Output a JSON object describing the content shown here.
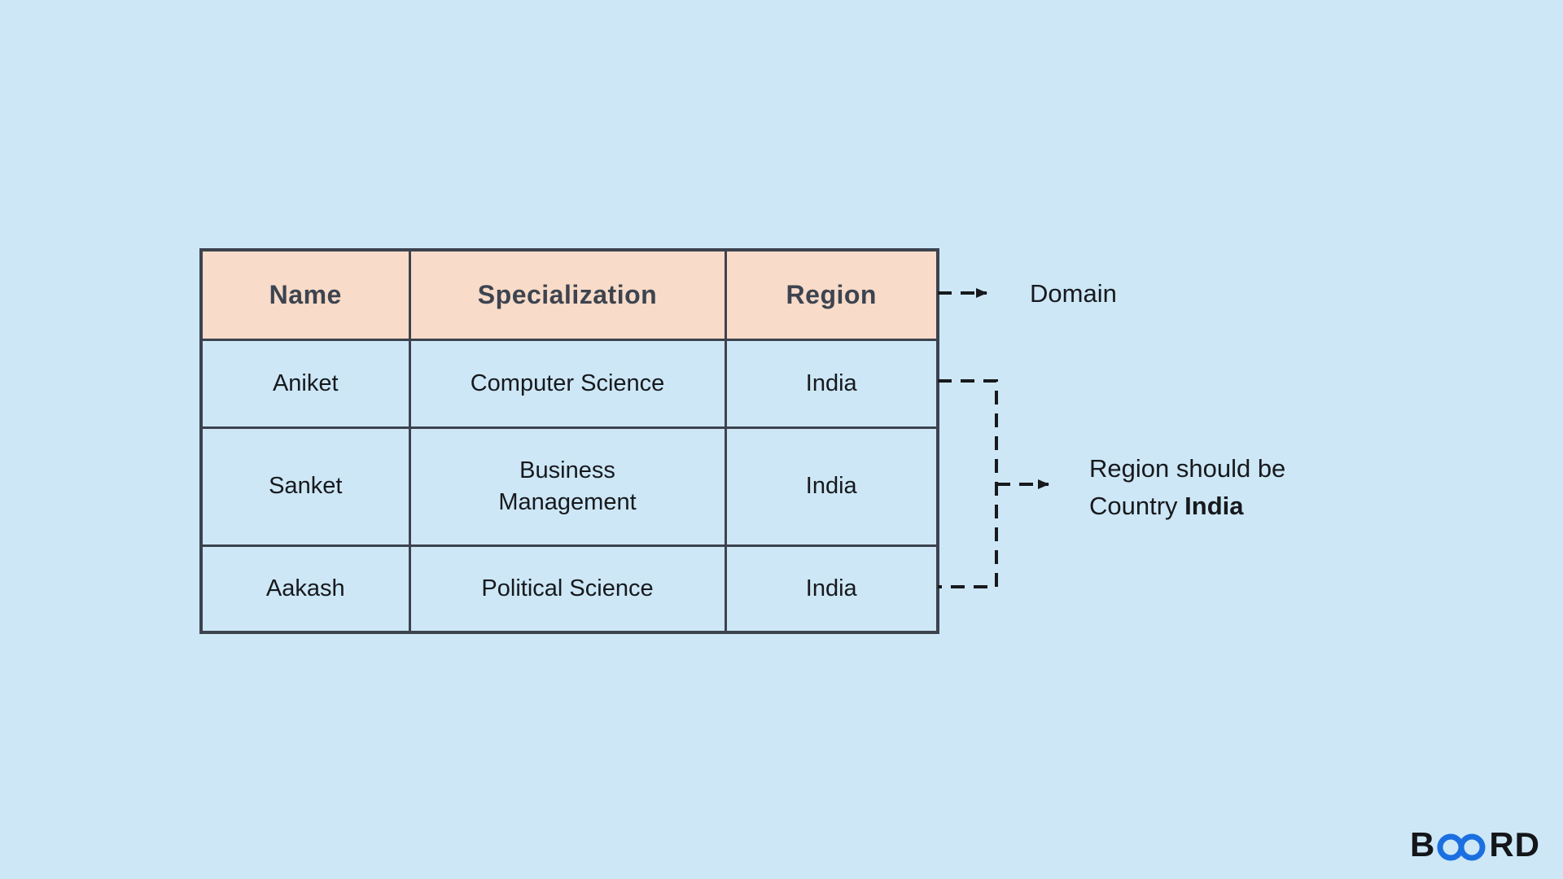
{
  "colors": {
    "background": "#cde7f6",
    "header_fill": "#f8dbc8",
    "table_border": "#3c434e",
    "connector": "#17191d",
    "logo_accent": "#1b6fe0"
  },
  "table": {
    "headers": [
      "Name",
      "Specialization",
      "Region"
    ],
    "rows": [
      [
        "Aniket",
        "Computer Science",
        "India"
      ],
      [
        "Sanket",
        "Business Management",
        "India"
      ],
      [
        "Aakash",
        "Political Science",
        "India"
      ]
    ]
  },
  "annotations": {
    "domain_label": "Domain",
    "region_note_line1": "Region should be",
    "region_note_line2_prefix": "Country ",
    "region_note_bold": "India"
  },
  "logo": {
    "part1": "B",
    "infinity_glyph": "oo",
    "part2": "RD"
  }
}
